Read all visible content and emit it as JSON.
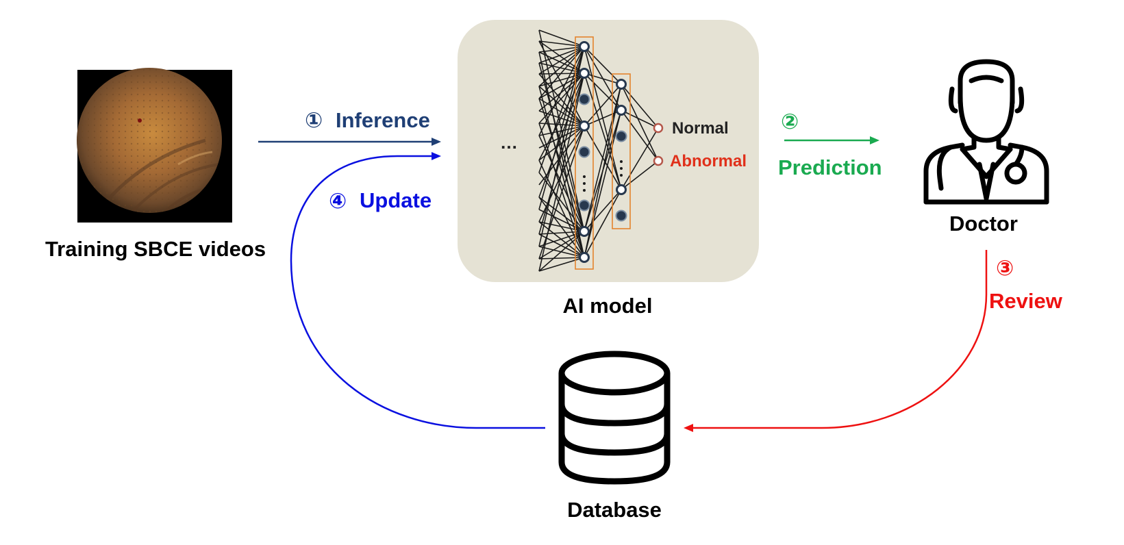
{
  "labels": {
    "training_videos": "Training SBCE videos",
    "ai_model": "AI model",
    "doctor": "Doctor",
    "database": "Database",
    "output_normal": "Normal",
    "output_abnormal": "Abnormal",
    "ellipsis": "…"
  },
  "steps": [
    {
      "number": "①",
      "label": "Inference",
      "color": "#1f3f75"
    },
    {
      "number": "②",
      "label": "Prediction",
      "color": "#1aaa50"
    },
    {
      "number": "③",
      "label": "Review",
      "color": "#ee1111"
    },
    {
      "number": "④",
      "label": "Update",
      "color": "#0a10e0"
    }
  ],
  "colors": {
    "model_panel": "#e5e2d4",
    "layer_box": "#e4832c",
    "node_fill": "#27384e",
    "output_node": "#b5574a",
    "abnormal_text": "#e0301a",
    "normal_text": "#222222"
  },
  "icons": {
    "endoscopy_image": "capsule-endoscopy-frame",
    "doctor": "doctor-icon",
    "database": "database-icon"
  }
}
